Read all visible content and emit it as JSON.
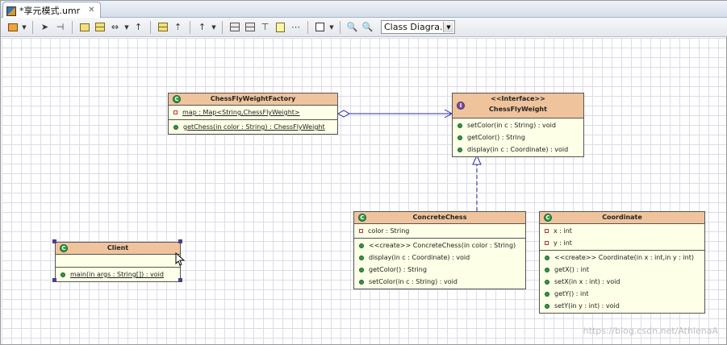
{
  "tab": {
    "title": "*享元模式.umr",
    "close": "✕"
  },
  "toolbar": {
    "diagram_type": "Class Diagra..."
  },
  "classes": {
    "factory": {
      "name": "ChessFlyWeightFactory",
      "attributes": [
        "map : Map<String,ChessFlyWeight>"
      ],
      "operations": [
        "getChess(in color : String) : ChessFlyWeight"
      ]
    },
    "iface": {
      "stereotype": "<<Interface>>",
      "name": "ChessFlyWeight",
      "operations": [
        "setColor(in c : String) : void",
        "getColor() : String",
        "display(in c : Coordinate) : void"
      ]
    },
    "concrete": {
      "name": "ConcreteChess",
      "attributes": [
        "color : String"
      ],
      "operations": [
        "<<create>> ConcreteChess(in color : String)",
        "display(in c : Coordinate) : void",
        "getColor() : String",
        "setColor(in c : String) : void"
      ]
    },
    "coordinate": {
      "name": "Coordinate",
      "attributes": [
        "x : int",
        "y : int"
      ],
      "operations": [
        "<<create>> Coordinate(in x : int,in y : int)",
        "getX() : int",
        "setX(in x : int) : void",
        "getY() : int",
        "setY(in y : int) : void"
      ]
    },
    "client": {
      "name": "Client",
      "operations": [
        "main(in args : String[]) : void"
      ]
    }
  },
  "watermark": "https://blog.csdn.net/AthlenaA",
  "icons": {
    "class": "class-icon",
    "interface": "interface-icon"
  }
}
